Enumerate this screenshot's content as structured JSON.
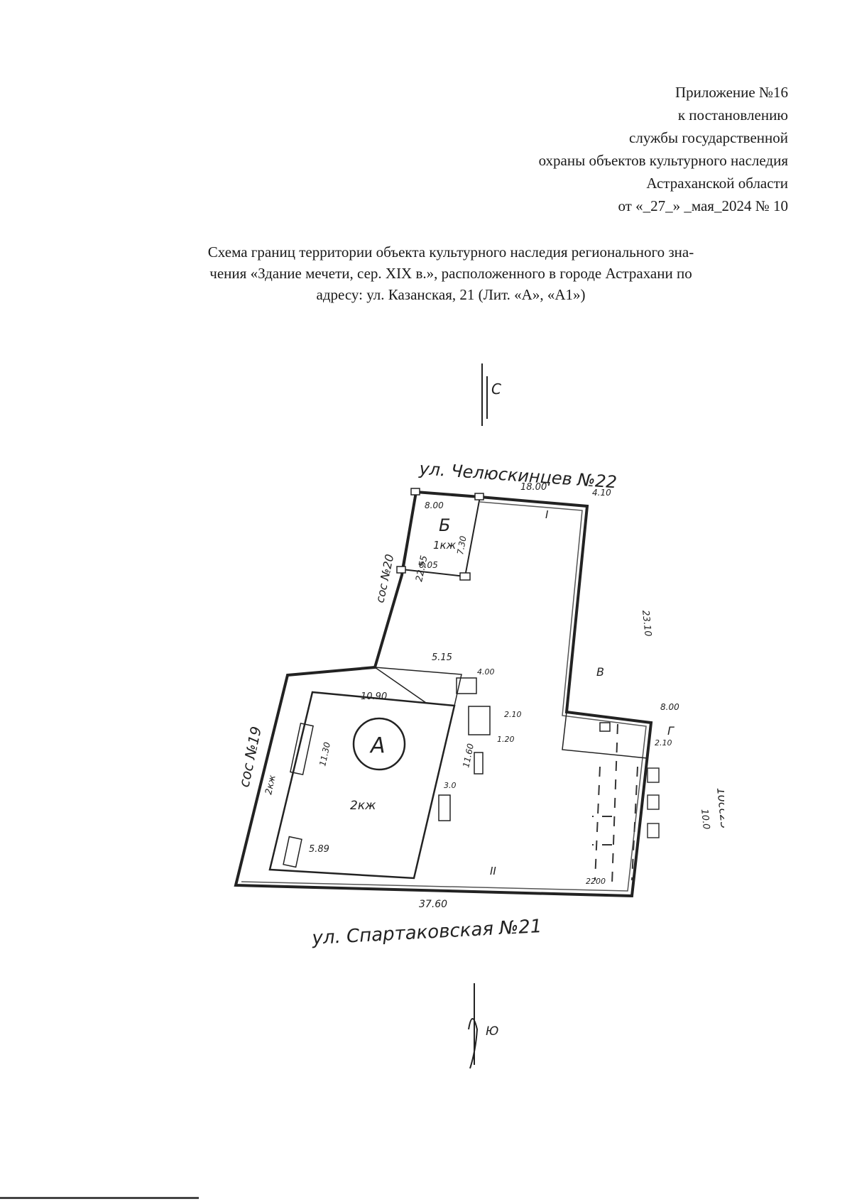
{
  "appendix": {
    "line1": "Приложение №16",
    "line2": "к постановлению",
    "line3": "службы государственной",
    "line4": "охраны объектов культурного наследия",
    "line5": "Астраханской области",
    "line6": "от «_27_» _мая_2024 № 10"
  },
  "title": {
    "line1": "Схема границ территории объекта культурного наследия регионального зна-",
    "line2": "чения «Здание мечети, сер. XIX в.», расположенного в городе Астрахани по",
    "line3": "адресу: ул. Казанская, 21 (Лит. «А», «А1»)"
  },
  "plan": {
    "north_label": "С",
    "south_label": "Ю",
    "street_top": "ул. Челюскинцев №22",
    "street_bottom": "ул. Спартаковская №21",
    "left_neighbor_upper": "сос №20",
    "left_neighbor_lower": "сос №19",
    "left_neighbor_lower_sub": "2кж",
    "right_neighbor": "10сс23",
    "dimensions": {
      "top": "18.00",
      "top_right": "4.10",
      "left_upper": "22.55",
      "right": "23.10",
      "bottom": "37.60",
      "right_lower": "10.0",
      "inner_top": "5.15",
      "right_step": "8.00",
      "building_top": "10.90",
      "building_left": "11.30",
      "building_right": "11.60",
      "building_bottom": "5.89",
      "annex_top": "8.00",
      "annex_width": "6.05",
      "annex_height": "7.30",
      "small_1": "4.00",
      "small_2": "1.20",
      "small_3": "2.10",
      "small_4": "3.0",
      "small_5": "2.10"
    },
    "labels": {
      "annex": "Б",
      "annex_sub": "1кж",
      "building": "А",
      "building_sub": "2кж",
      "litera_i": "I",
      "litera_ii": "II",
      "litera_v": "В",
      "litera_g": "Г",
      "bottom_label": "2200"
    }
  }
}
